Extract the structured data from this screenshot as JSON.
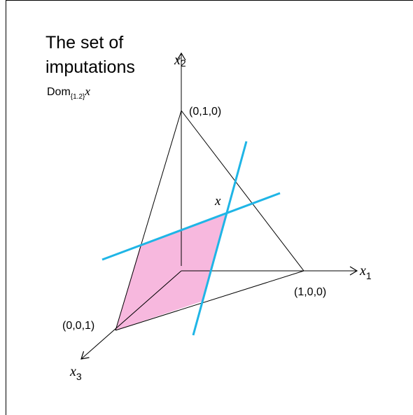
{
  "title": {
    "line1": "The set of",
    "line2": "imputations"
  },
  "dominance_label": {
    "prefix": "Dom",
    "subscript": "{1.2}",
    "variable": "x"
  },
  "axes": {
    "x1": {
      "symbol": "x",
      "index": "1"
    },
    "x2": {
      "symbol": "x",
      "index": "2"
    },
    "x3": {
      "symbol": "x",
      "index": "3"
    }
  },
  "vertices": {
    "top": "(0,1,0)",
    "right": "(1,0,0)",
    "left": "(0,0,1)"
  },
  "point_label": "x",
  "colors": {
    "region_fill": "#f7b8de",
    "dominance_lines": "#1fb5e6",
    "outline": "#000000"
  }
}
